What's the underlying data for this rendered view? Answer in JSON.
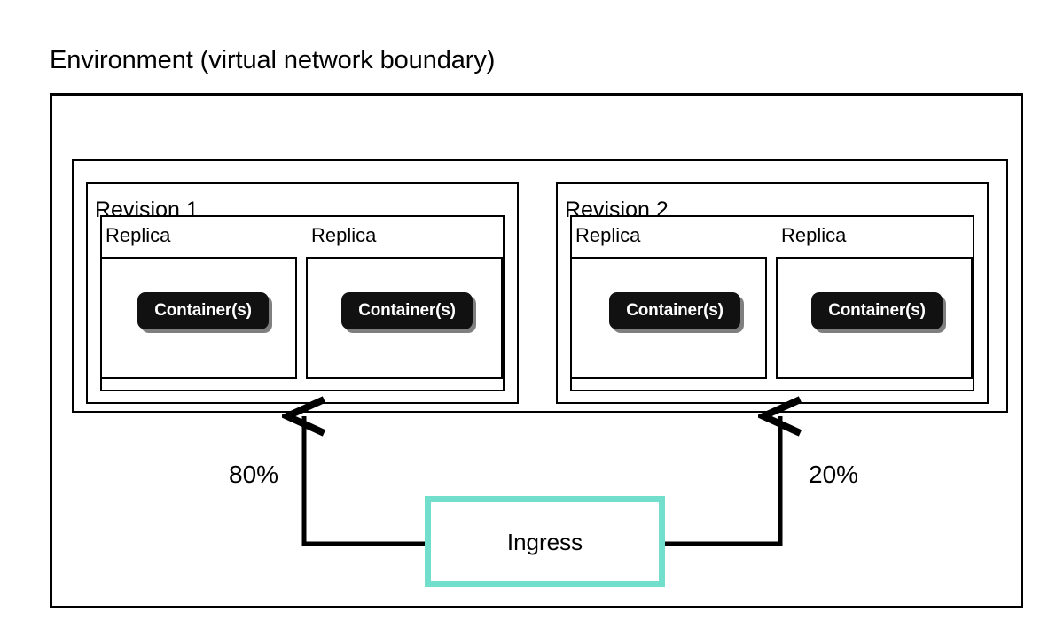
{
  "diagram": {
    "title": "Environment (virtual network boundary)",
    "environment": {
      "name": "Environment (virtual network boundary)",
      "container_apps": [
        {
          "label": "Container app 1",
          "revisions": [
            {
              "label": "Revision 1",
              "traffic_weight": "80%",
              "replicas": [
                {
                  "label": "Replica",
                  "container_label": "Container(s)"
                },
                {
                  "label": "Replica",
                  "container_label": "Container(s)"
                }
              ]
            },
            {
              "label": "Revision 2",
              "traffic_weight": "20%",
              "replicas": [
                {
                  "label": "Replica",
                  "container_label": "Container(s)"
                },
                {
                  "label": "Replica",
                  "container_label": "Container(s)"
                }
              ]
            }
          ]
        }
      ]
    },
    "ingress": {
      "label": "Ingress",
      "border_color": "#72DECC",
      "routes": [
        {
          "target": "Revision 1",
          "weight_label": "80%"
        },
        {
          "target": "Revision 2",
          "weight_label": "20%"
        }
      ]
    },
    "colors": {
      "outline": "#000000",
      "chip_background": "#111111",
      "chip_text": "#FFFFFF",
      "chip_shadow": "#787878",
      "ingress_accent": "#72DECC",
      "background": "#FFFFFF"
    }
  }
}
